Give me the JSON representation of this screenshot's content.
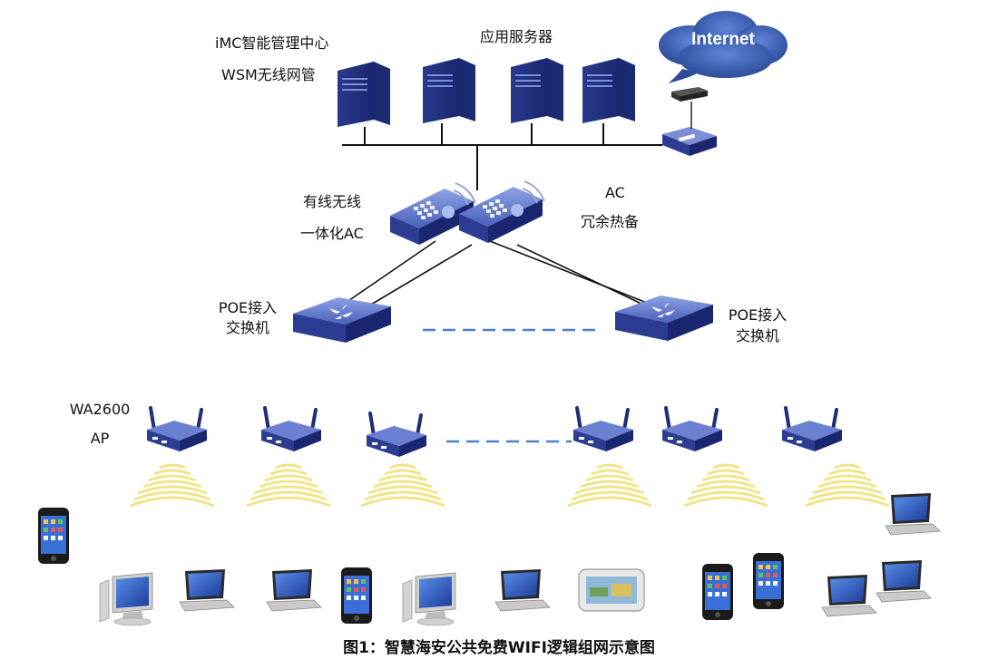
{
  "labels": {
    "imc_line1": "iMC智能管理中心",
    "imc_line2": "WSM无线网管",
    "app_server": "应用服务器",
    "internet": "Internet",
    "ac_left_line1": "有线无线",
    "ac_left_line2": "一体化AC",
    "ac_right_line1": "AC",
    "ac_right_line2": "冗余热备",
    "poe_left_line1": "POE接入",
    "poe_left_line2": "交换机",
    "poe_right_line1": "POE接入",
    "poe_right_line2": "交换机",
    "ap_line1": "WA2600",
    "ap_line2": "AP"
  },
  "caption": "图1：智慧海安公共免费WIFI逻辑组网示意图",
  "colors": {
    "device_dark": "#1f2d78",
    "device_mid": "#3a4ea8",
    "device_light": "#6f86d6",
    "cloud": "#3b5ba8",
    "link": "#111111",
    "dashed": "#4a7fd0",
    "signal": "#f1e58a"
  }
}
